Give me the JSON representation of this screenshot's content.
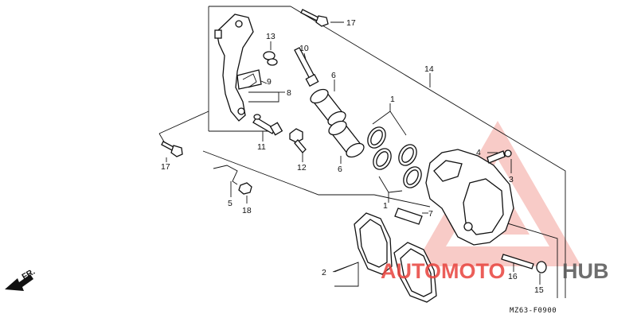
{
  "diagram": {
    "callouts": [
      {
        "id": "c1a",
        "text": "1"
      },
      {
        "id": "c1b",
        "text": "1"
      },
      {
        "id": "c2",
        "text": "2"
      },
      {
        "id": "c3",
        "text": "3"
      },
      {
        "id": "c4",
        "text": "4"
      },
      {
        "id": "c5",
        "text": "5"
      },
      {
        "id": "c6a",
        "text": "6"
      },
      {
        "id": "c6b",
        "text": "6"
      },
      {
        "id": "c7",
        "text": "7"
      },
      {
        "id": "c8",
        "text": "8"
      },
      {
        "id": "c9",
        "text": "9"
      },
      {
        "id": "c10",
        "text": "10"
      },
      {
        "id": "c11",
        "text": "11"
      },
      {
        "id": "c12",
        "text": "12"
      },
      {
        "id": "c13",
        "text": "13"
      },
      {
        "id": "c14",
        "text": "14"
      },
      {
        "id": "c15",
        "text": "15"
      },
      {
        "id": "c16",
        "text": "16"
      },
      {
        "id": "c17a",
        "text": "17"
      },
      {
        "id": "c17b",
        "text": "17"
      },
      {
        "id": "c18",
        "text": "18"
      }
    ],
    "drawing_code": "MZ63-F0900",
    "direction_label": "FR."
  },
  "watermark": {
    "brand_part1": "AUTOMOTO",
    "brand_part2": "HUB",
    "color": "#e8433d"
  }
}
